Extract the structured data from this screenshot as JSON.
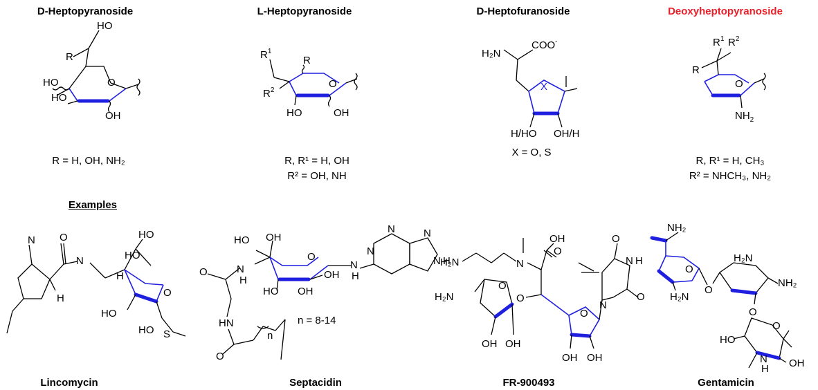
{
  "top": {
    "titles": [
      {
        "prefix": "D",
        "text": "-Heptopyranoside"
      },
      {
        "prefix": "L",
        "text": "-Heptopyranoside"
      },
      {
        "prefix": "D",
        "text": "-Heptofuranoside"
      },
      {
        "prefix": "",
        "text": "Deoxyheptopyranoside"
      }
    ],
    "conditions": [
      [
        "R = H, OH, NH₂"
      ],
      [
        "R, R¹ = H, OH",
        "R² = OH, NH"
      ],
      [
        "X = O, S"
      ],
      [
        "R, R¹ = H, CH₃",
        "R² = NHCH₃, NH₂"
      ]
    ]
  },
  "examples_heading": "Examples",
  "examples": [
    {
      "name": "Lincomycin"
    },
    {
      "name": "Septacidin",
      "note": "n = 8-14"
    },
    {
      "name": "FR-900493"
    },
    {
      "name": "Gentamicin"
    }
  ],
  "atom_labels": {
    "s1": [
      "HO",
      "R",
      "HO",
      "HO",
      "O",
      "OH"
    ],
    "s2": [
      "R¹",
      "R",
      "R²",
      "O",
      "HO",
      "OH"
    ],
    "s3": [
      "H₂N",
      "COO⁻",
      "X",
      "H/HO",
      "OH/H"
    ],
    "s4": [
      "R¹",
      "R²",
      "R",
      "O",
      "NH₂"
    ],
    "lincomycin": [
      "N",
      "O",
      "N",
      "H",
      "HO",
      "H",
      "HO",
      "O",
      "HO",
      "HO",
      "S"
    ],
    "septacidin": [
      "HO",
      "OH",
      "O",
      "N",
      "H",
      "O",
      "OH",
      "HO",
      "OH",
      "N",
      "H",
      "N",
      "N",
      "N",
      "N",
      "H",
      "HN",
      "O",
      "n"
    ],
    "fr900493": [
      "H₂N",
      "N",
      "O",
      "OH",
      "O",
      "N",
      "H",
      "N",
      "O",
      "H₂N",
      "O",
      "O",
      "O",
      "OH",
      "OH",
      "OH",
      "OH"
    ],
    "gentamicin": [
      "NH₂",
      "O",
      "H₂N",
      "H₂N",
      "NH₂",
      "O",
      "O",
      "O",
      "HO",
      "N",
      "H",
      "OH"
    ]
  },
  "colors": {
    "highlight_title": "#e8202a",
    "bond_highlight": "#1f1fe0"
  }
}
